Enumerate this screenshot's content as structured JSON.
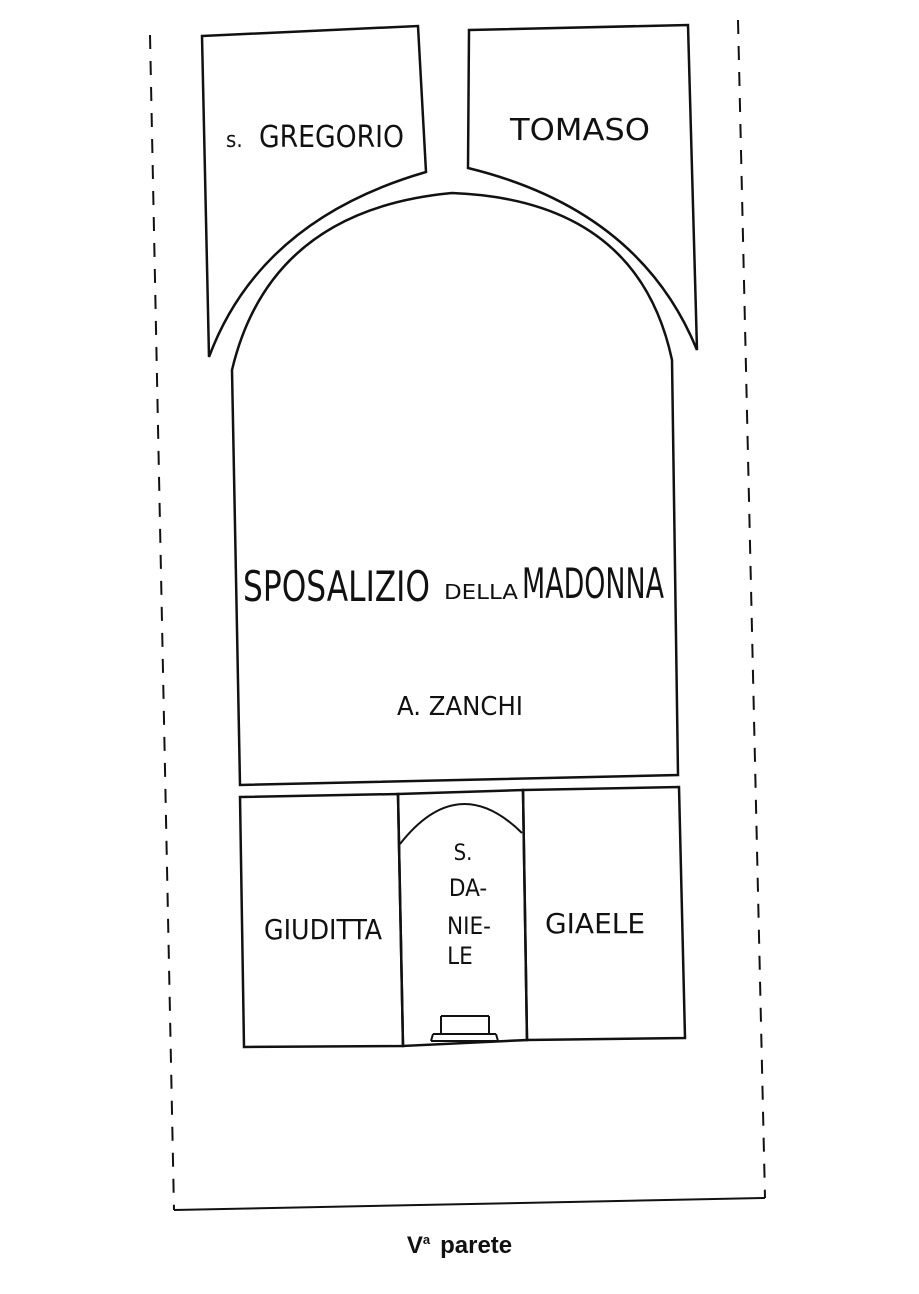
{
  "labels": {
    "s_gregorio_prefix": "s.",
    "s_gregorio_name": "GREGORIO",
    "tomaso": "TOMASO",
    "main_title_1": "SPOSALIZIO",
    "main_title_2": "DELLA",
    "main_title_3": "MADONNA",
    "artist": "A. ZANCHI",
    "giuditta": "GIUDITTA",
    "daniele_1": "S.",
    "daniele_2": "DA-",
    "daniele_3": "NIE-",
    "daniele_4": "LE",
    "giaele": "GIAELE"
  },
  "caption": {
    "roman": "V",
    "ordinal": "a",
    "word": "parete"
  }
}
